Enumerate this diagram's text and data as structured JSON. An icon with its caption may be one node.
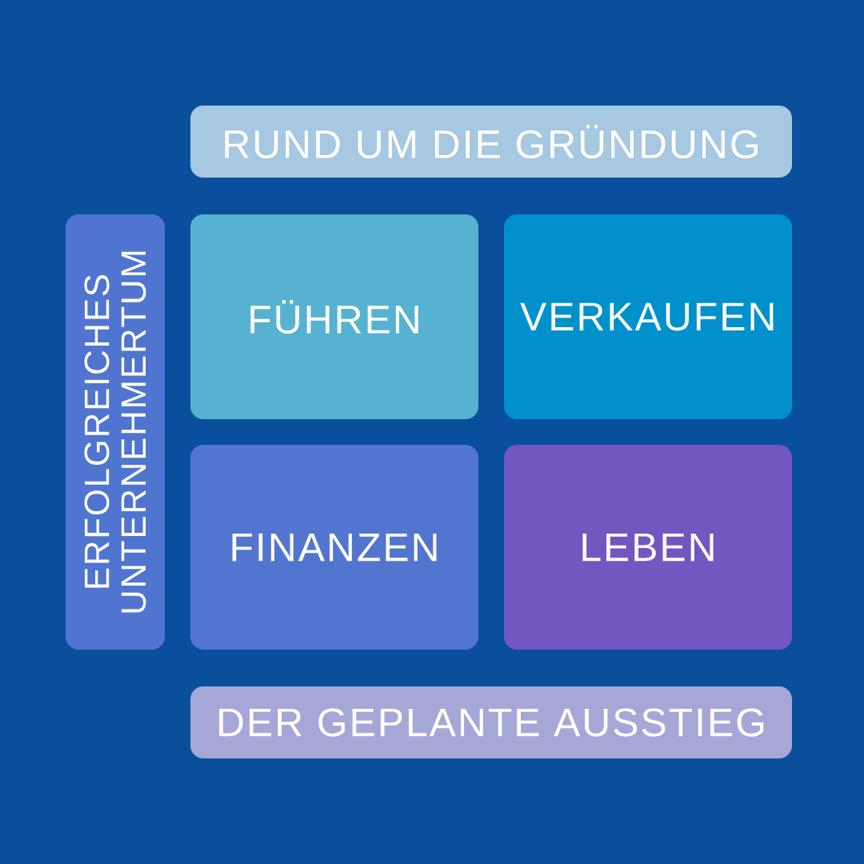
{
  "diagram": {
    "nodes": [
      {
        "text": [
          "RUND UM DIE GRÜNDUNG"
        ]
      },
      {
        "text": [
          "ERFOLGREICHES UNTERNEHMERTUM"
        ]
      },
      {
        "text": [
          "FÜHREN"
        ]
      },
      {
        "text": [
          "VERKAUFEN"
        ]
      },
      {
        "text": [
          "FINANZEN"
        ]
      },
      {
        "text": [
          "LEBEN"
        ]
      },
      {
        "text": [
          "DER GEPLANTE AUSSTIEG"
        ]
      }
    ]
  }
}
